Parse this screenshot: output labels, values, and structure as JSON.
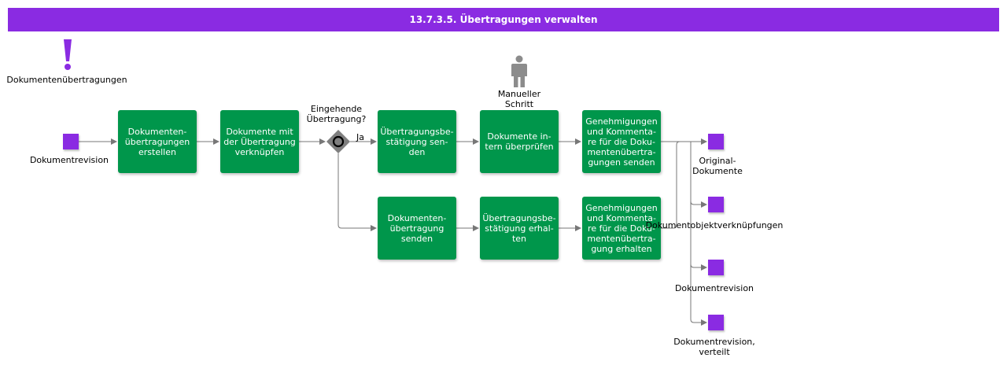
{
  "header": {
    "title": "13.7.3.5. Übertragungen verwalten"
  },
  "event": {
    "icon": "exclamation-icon",
    "label": "Dokumentenübertragungen"
  },
  "actor": {
    "icon": "person-icon",
    "label": "Manueller\nSchritt"
  },
  "gateway": {
    "label": "Eingehende\nÜbertragung?",
    "yes_label": "Ja"
  },
  "input_object": {
    "label": "Dokumentrevision"
  },
  "tasks": {
    "create": "Dokumenten-\nübertragungen\nerstellen",
    "link": "Dokumente mit\nder Übertragung\nverknüpfen",
    "send_confirmation": "Übertragungsbe-\nstätigung sen-\nden",
    "check_internal": "Dokumente in-\ntern überprüfen",
    "send_approvals": "Genehmigungen\nund Kommenta-\nre für die Doku-\nmentenübertra-\ngungen senden",
    "send_transfer": "Dokumenten-\nübertragung\nsenden",
    "receive_confirmation": "Übertragungsbe-\nstätigung erhal-\nten",
    "receive_approvals": "Genehmigungen\nund Kommenta-\nre für die Doku-\nmentenübertra-\ngung erhalten"
  },
  "outputs": [
    "Original-\nDokumente",
    "Dokumentobjektverknüpfungen",
    "Dokumentrevision",
    "Dokumentrevision,\nverteilt"
  ],
  "colors": {
    "header": "#8a2be2",
    "task": "#00964b",
    "object": "#8a2be2",
    "connector": "#777777"
  }
}
